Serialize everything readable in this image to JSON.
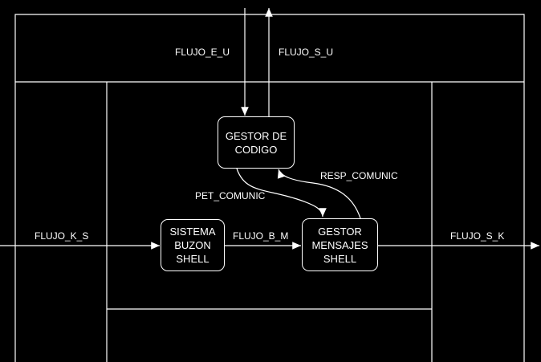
{
  "processes": {
    "gestor_codigo": [
      "GESTOR DE",
      "CODIGO"
    ],
    "sistema_buzon": [
      "SISTEMA",
      "BUZON",
      "SHELL"
    ],
    "gestor_mensajes": [
      "GESTOR",
      "MENSAJES",
      "SHELL"
    ]
  },
  "flows": {
    "flujo_e_u": "FLUJO_E_U",
    "flujo_s_u": "FLUJO_S_U",
    "resp_comunic": "RESP_COMUNIC",
    "pet_comunic": "PET_COMUNIC",
    "flujo_k_s": "FLUJO_K_S",
    "flujo_b_m": "FLUJO_B_M",
    "flujo_s_k": "FLUJO_S_K"
  }
}
